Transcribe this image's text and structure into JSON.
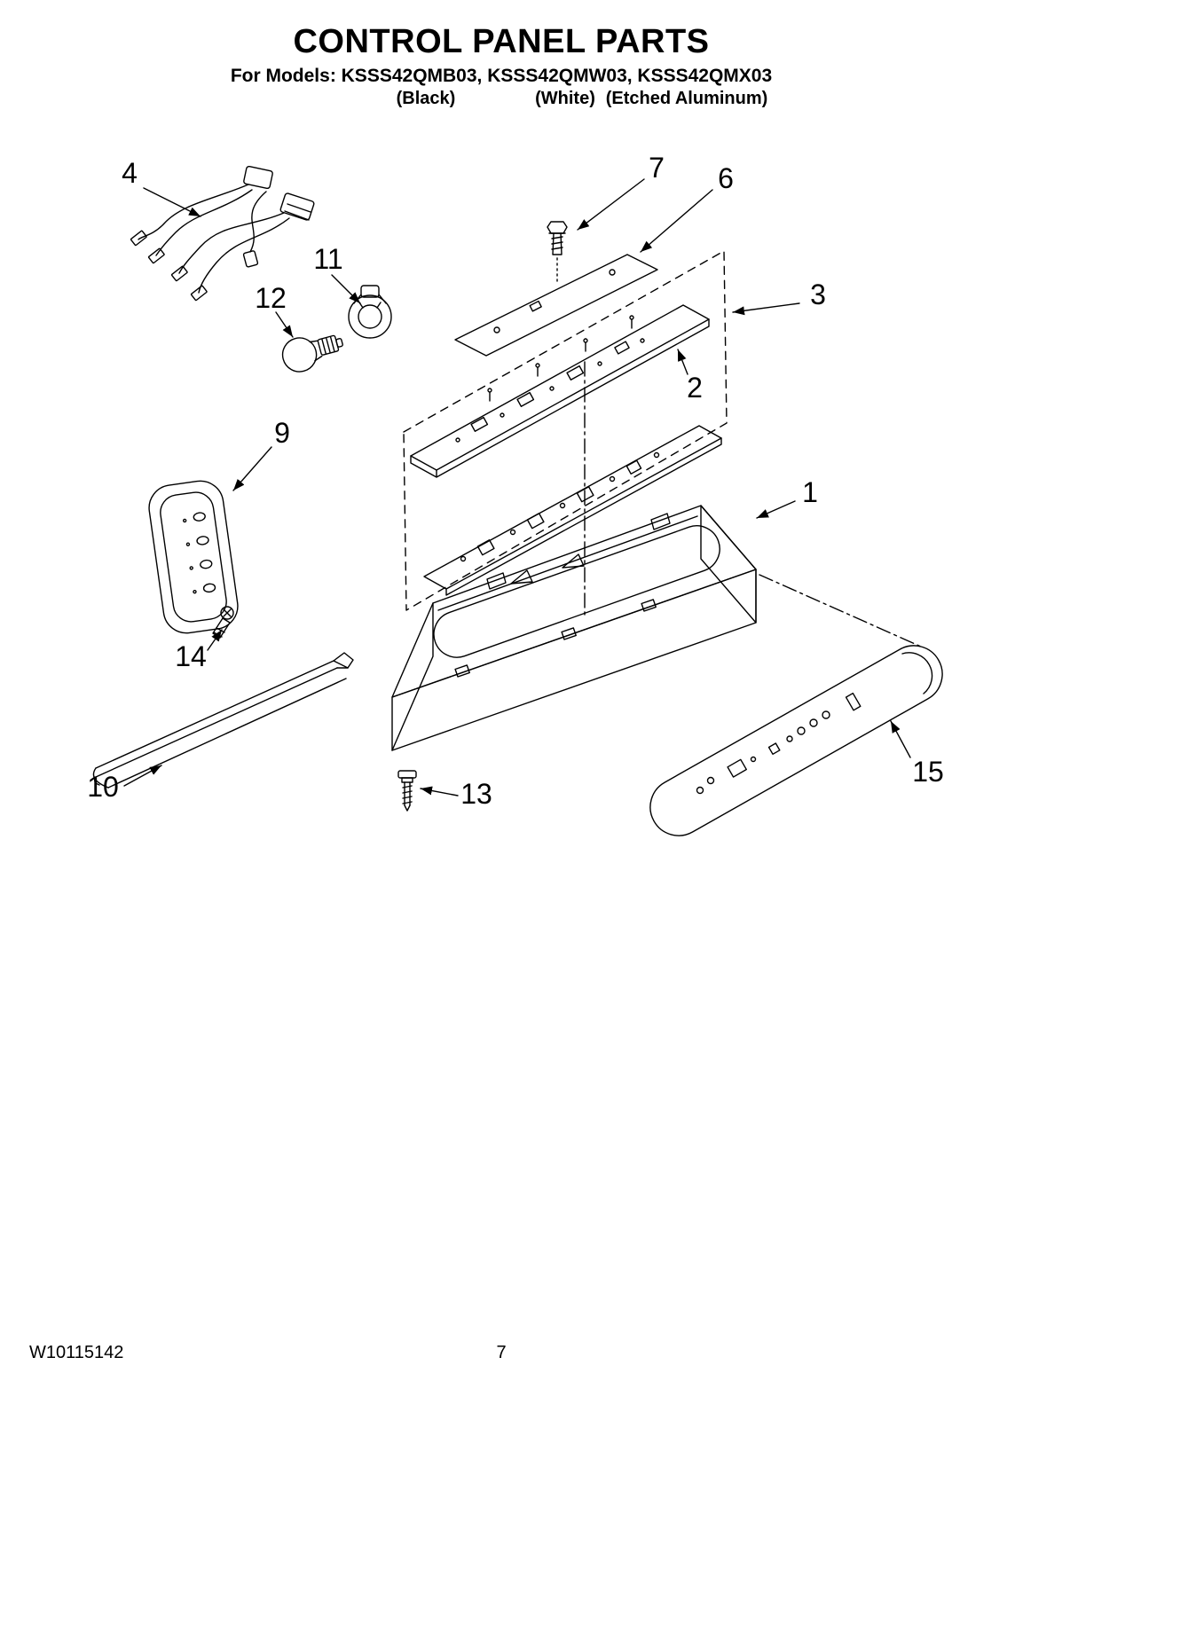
{
  "header": {
    "title": "CONTROL PANEL PARTS",
    "models_line": "For Models: KSSS42QMB03, KSSS42QMW03, KSSS42QMX03",
    "color_labels": [
      "(Black)",
      "(White)",
      "(Etched Aluminum)"
    ]
  },
  "callouts": [
    "4",
    "7",
    "6",
    "11",
    "12",
    "3",
    "2",
    "9",
    "1",
    "14",
    "10",
    "13",
    "15"
  ],
  "footer": {
    "doc_number": "W10115142",
    "page_number": "7"
  },
  "colors": {
    "ink": "#000000",
    "paper": "#ffffff"
  }
}
